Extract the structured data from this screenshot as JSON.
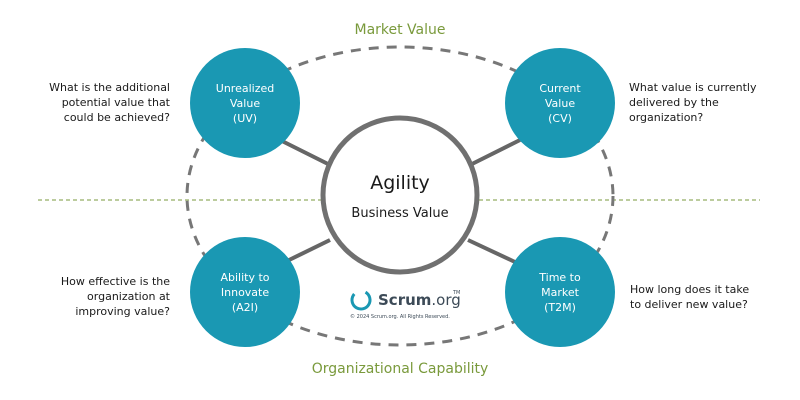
{
  "colors": {
    "outer_circle_fill": "#1a98b3",
    "section_label": "#7a9a3c",
    "divider_line": "#7a9a3c",
    "ellipse_dash": "#777777",
    "connector": "#666666",
    "center_ring": "#707070",
    "logo_ring": "#1a98b3"
  },
  "labels": {
    "market_value": "Market Value",
    "organizational_capability": "Organizational Capability"
  },
  "center": {
    "title": "Agility",
    "subtitle": "Business Value"
  },
  "nodes": {
    "uv": {
      "line1": "Unrealized",
      "line2": "Value",
      "line3": "(UV)"
    },
    "cv": {
      "line1": "Current",
      "line2": "Value",
      "line3": "(CV)"
    },
    "a2i": {
      "line1": "Ability to",
      "line2": "Innovate",
      "line3": "(A2I)"
    },
    "t2m": {
      "line1": "Time to",
      "line2": "Market",
      "line3": "(T2M)"
    }
  },
  "questions": {
    "uv": {
      "line1": "What is the additional",
      "line2": "potential value that",
      "line3": "could be achieved?"
    },
    "cv": {
      "line1": "What value is currently",
      "line2": "delivered by the",
      "line3": "organization?"
    },
    "a2i": {
      "line1": "How effective is the",
      "line2": "organization at",
      "line3": "improving value?"
    },
    "t2m": {
      "line1": "How long does it take",
      "line2": "to deliver new value?"
    }
  },
  "logo": {
    "name_bold": "Scrum",
    "name_suffix": ".org",
    "tm": "TM",
    "copyright": "© 2024 Scrum.org. All Rights Reserved."
  }
}
